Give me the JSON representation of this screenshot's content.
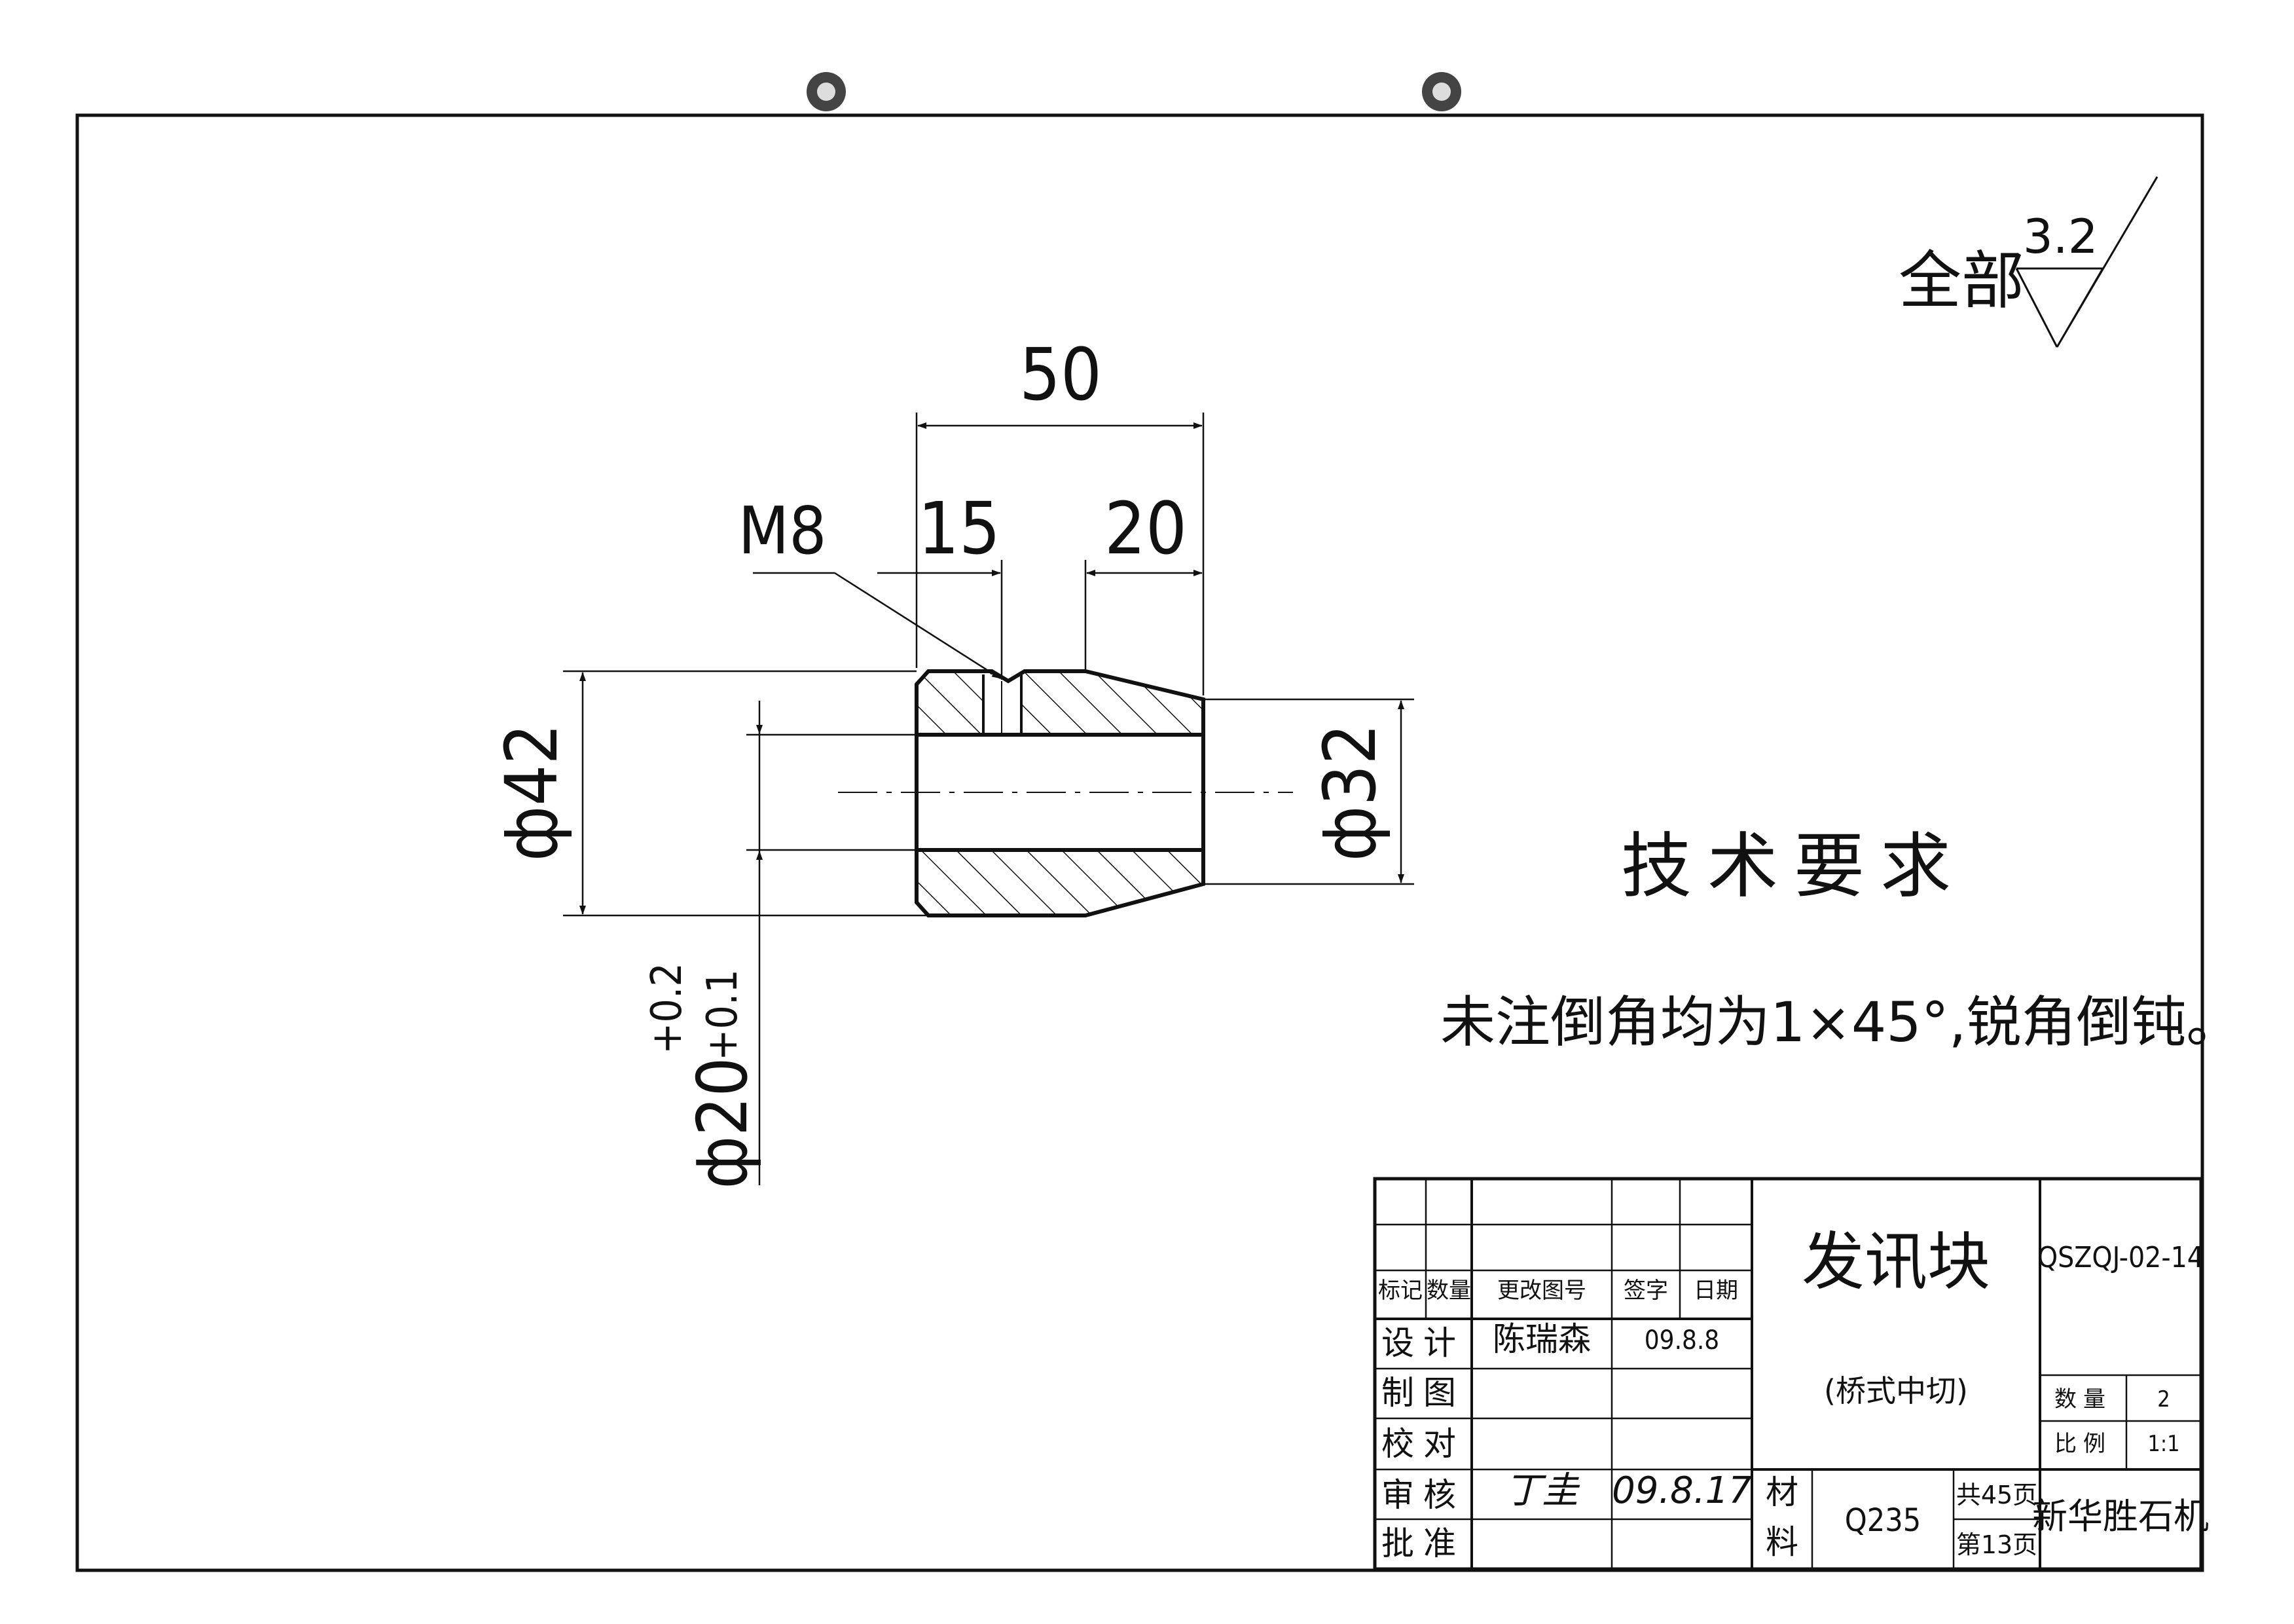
{
  "roughness": {
    "prefix": "全部",
    "value": "3.2"
  },
  "dimensions": {
    "overall_length": "50",
    "left_length": "15",
    "right_length": "20",
    "thread": "M8",
    "outer_diameter": "ф42",
    "small_diameter": "ф32",
    "bore_diameter": "ф20",
    "bore_tol_upper": "+0.2",
    "bore_tol_lower": "+0.1"
  },
  "tech": {
    "title": "技术要求",
    "note": "未注倒角均为1×45°,锐角倒钝。"
  },
  "title_block": {
    "head_mark": "标记",
    "head_qty": "数量",
    "head_change": "更改图号",
    "head_sign": "签字",
    "head_date": "日期",
    "design_label": "设计",
    "designer": "陈瑞森",
    "design_date": "09.8.8",
    "draw_label": "制图",
    "check_label": "校对",
    "review_label": "审核",
    "reviewer_sig": "丁圭",
    "review_date": "09.8.17",
    "approve_label": "批准",
    "part_name": "发讯块",
    "part_sub": "(桥式中切)",
    "drawing_no": "QSZQJ-02-14",
    "qty_label": "数量",
    "qty_value": "2",
    "scale_label": "比例",
    "scale_value": "1:1",
    "material_label_1": "材",
    "material_label_2": "料",
    "material": "Q235",
    "total_label": "共45页",
    "page_label": "第13页",
    "company": "新华胜石机"
  }
}
